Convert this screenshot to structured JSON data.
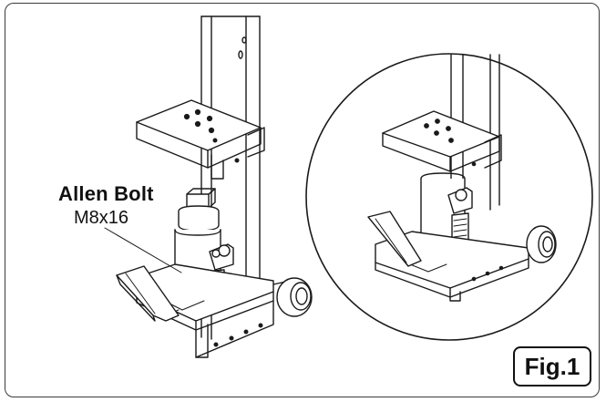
{
  "callout": {
    "title": "Allen Bolt",
    "size": "M8x16"
  },
  "figure_label": "Fig.1",
  "colors": {
    "line": "#1a1a1a",
    "background": "#ffffff"
  }
}
